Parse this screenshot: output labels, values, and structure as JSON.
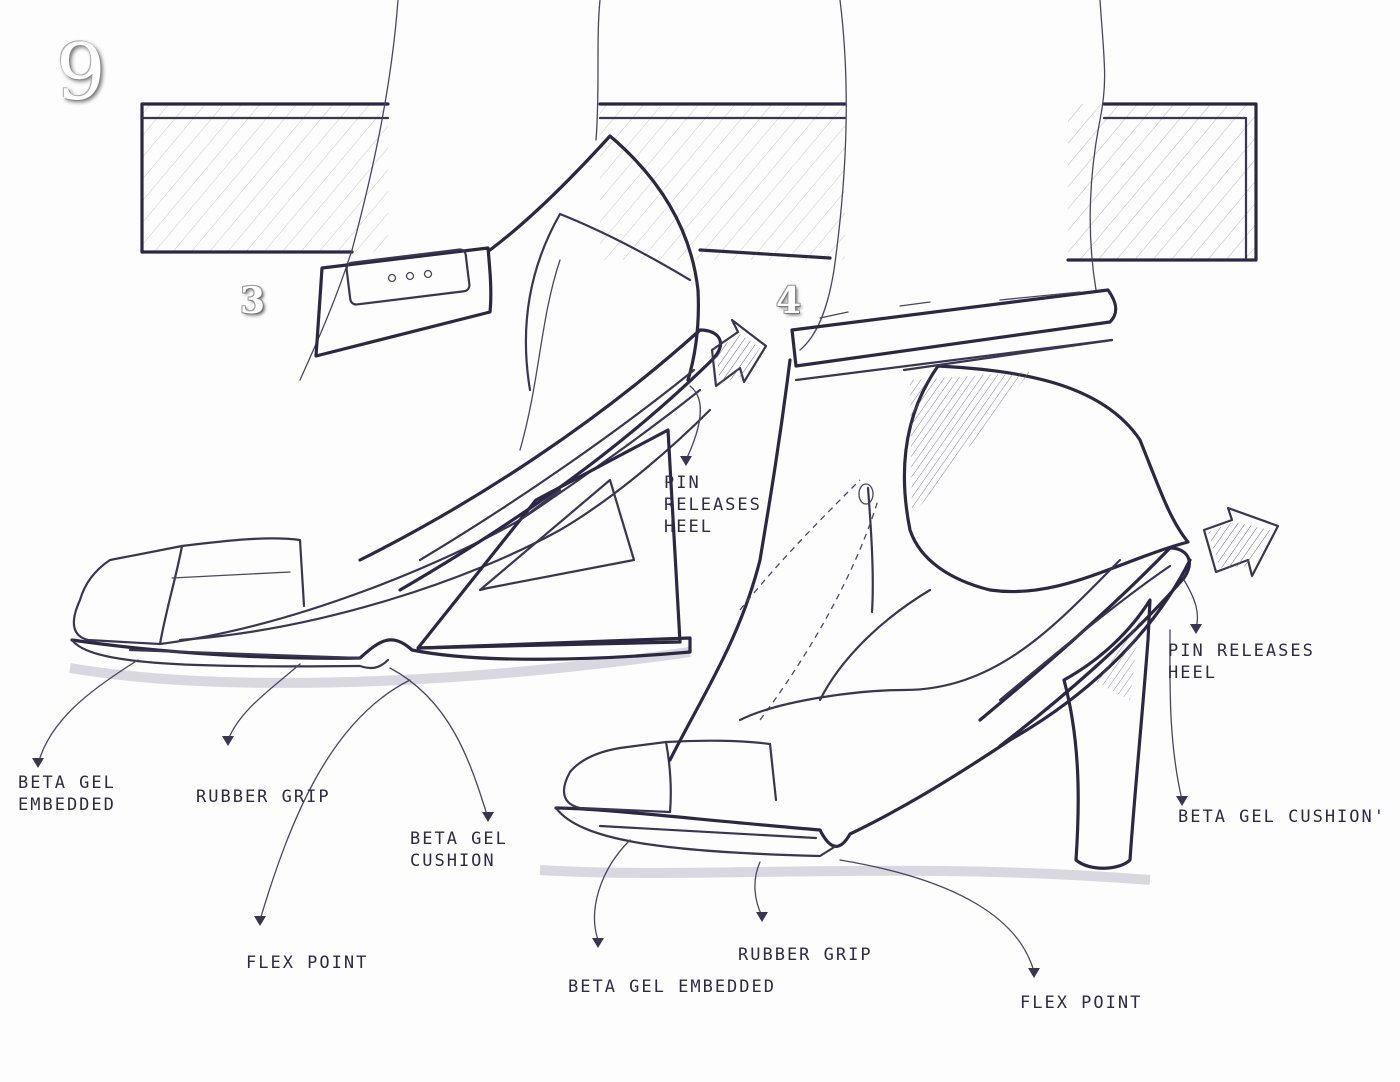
{
  "logo_glyph": "9",
  "sketches": [
    {
      "number": "3",
      "callouts": {
        "pin_releases_heel": "PIN\nRELEASES\nHEEL",
        "beta_gel_embedded": "BETA GEL\nEMBEDDED",
        "rubber_grip": "RUBBER GRIP",
        "beta_gel_cushion": "BETA GEL\nCUSHION",
        "flex_point": "FLEX POINT"
      }
    },
    {
      "number": "4",
      "callouts": {
        "pin_releases_heel": "PIN RELEASES\nHEEL",
        "beta_gel_cushion": "BETA GEL CUSHION'",
        "rubber_grip": "RUBBER GRIP",
        "beta_gel_embedded": "BETA GEL EMBEDDED",
        "flex_point": "FLEX POINT"
      }
    }
  ],
  "colors": {
    "ink": "#3a3553",
    "paper": "#fdfdfd"
  }
}
